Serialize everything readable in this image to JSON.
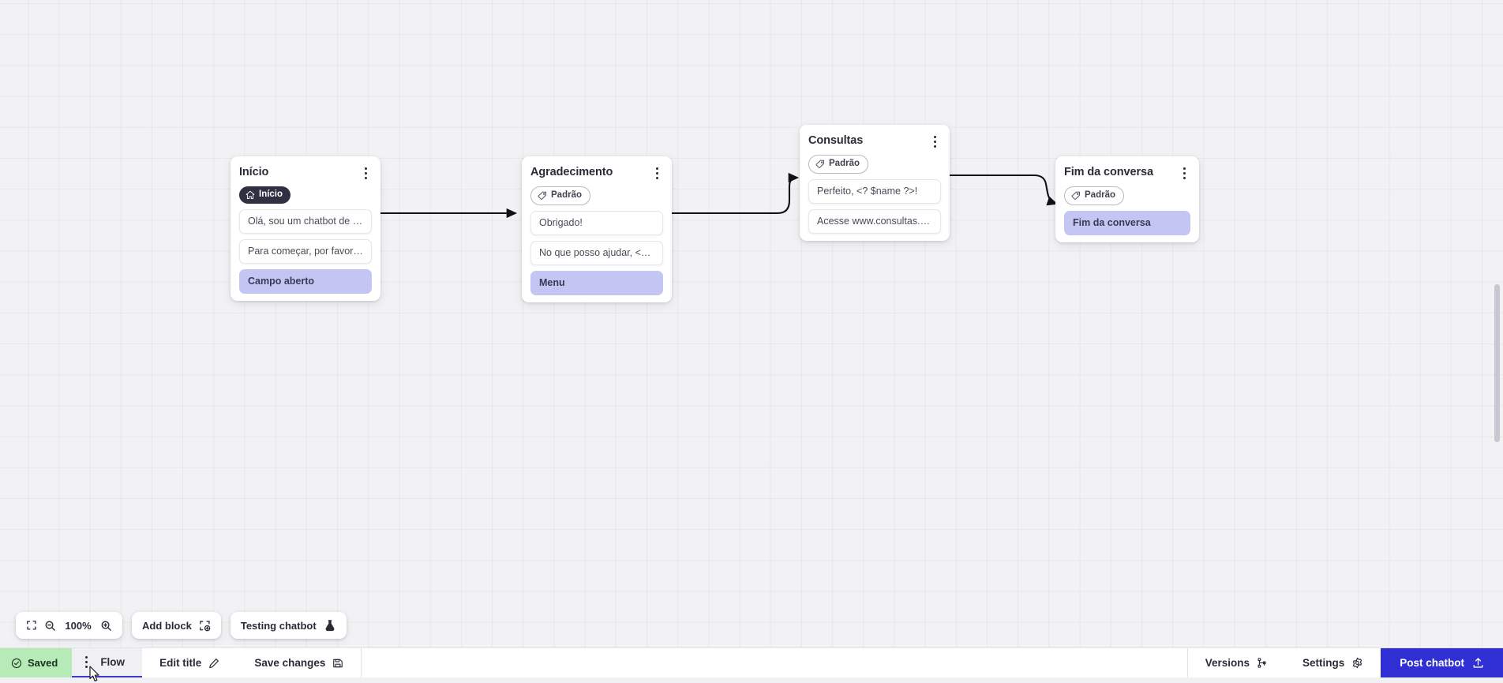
{
  "canvas": {
    "zoom_level": "100%",
    "grid": "dotted-square-grid"
  },
  "nodes": [
    {
      "id": "inicio",
      "title": "Início",
      "badge": {
        "label": "Início",
        "style": "dark",
        "icon": "home-icon"
      },
      "messages": [
        {
          "text": "Olá, sou um chatbot de teste!",
          "accent": false
        },
        {
          "text": "Para começar, por favor digite o ...",
          "accent": false
        },
        {
          "text": "Campo aberto",
          "accent": true
        }
      ]
    },
    {
      "id": "agradecimento",
      "title": "Agradecimento",
      "badge": {
        "label": "Padrão",
        "style": "outline",
        "icon": "tag-icon"
      },
      "messages": [
        {
          "text": "Obrigado!",
          "accent": false
        },
        {
          "text": "No que posso ajudar, <? $name ...",
          "accent": false
        },
        {
          "text": "Menu",
          "accent": true
        }
      ]
    },
    {
      "id": "consultas",
      "title": "Consultas",
      "badge": {
        "label": "Padrão",
        "style": "outline",
        "icon": "tag-icon"
      },
      "messages": [
        {
          "text": "Perfeito, <? $name ?>!",
          "accent": false
        },
        {
          "text": "Acesse www.consultas.com par...",
          "accent": false
        }
      ]
    },
    {
      "id": "fim-da-conversa",
      "title": "Fim da conversa",
      "badge": {
        "label": "Padrão",
        "style": "outline",
        "icon": "tag-icon"
      },
      "messages": [
        {
          "text": "Fim da conversa",
          "accent": true
        }
      ]
    }
  ],
  "toolbar": {
    "fit_icon": "fit-screen-icon",
    "zoom_out_icon": "zoom-out-icon",
    "zoom_level": "100%",
    "zoom_in_icon": "zoom-in-icon",
    "add_block_label": "Add block",
    "add_block_icon": "add-block-icon",
    "testing_label": "Testing chatbot",
    "testing_icon": "flask-icon"
  },
  "bottombar": {
    "saved_label": "Saved",
    "saved_icon": "check-circle-icon",
    "flow_label": "Flow",
    "flow_drag_icon": "drag-handle-icon",
    "edit_title_label": "Edit title",
    "edit_title_icon": "pencil-icon",
    "save_changes_label": "Save changes",
    "save_changes_icon": "floppy-disk-icon",
    "versions_label": "Versions",
    "versions_icon": "branch-icon",
    "settings_label": "Settings",
    "settings_icon": "gear-icon",
    "post_label": "Post chatbot",
    "post_icon": "upload-icon"
  },
  "colors": {
    "accent_blue": "#2f2fd4",
    "saved_green": "#b6eab6",
    "badge_dark": "#2f3041",
    "message_accent": "#c3c6f2",
    "canvas_bg": "#f2f1f4"
  }
}
